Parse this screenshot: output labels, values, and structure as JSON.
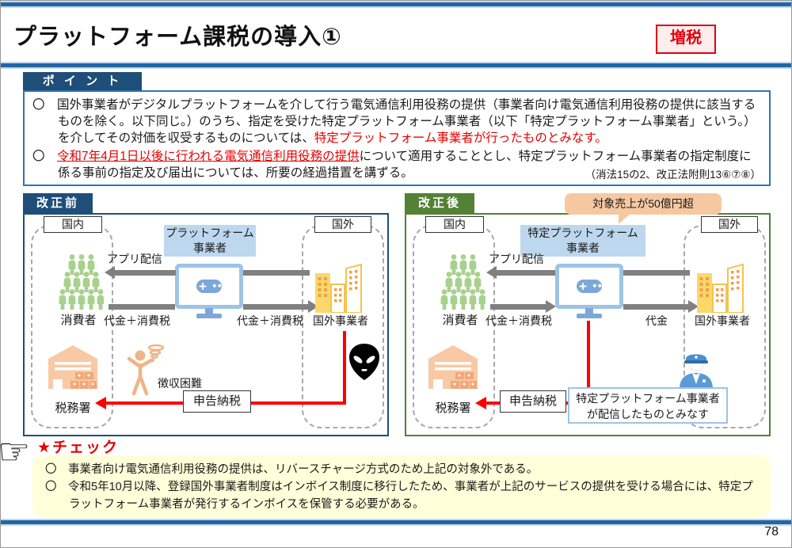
{
  "header": {
    "title": "プラットフォーム課税の導入①",
    "badge": "増税"
  },
  "points": {
    "label": "ポ イ ン ト",
    "bullet1_black": "〇　国外事業者がデジタルプラットフォームを介して行う電気通信利用役務の提供（事業者向け電気通信利用役務の提供に該当するものを除く。以下同じ。）のうち、指定を受けた特定プラットフォーム事業者（以下「特定プラットフォーム事業者」という。）を介してその対価を収受するものについては、",
    "bullet1_red": "特定プラットフォーム事業者が行ったものとみなす。",
    "bullet2_prefix": "〇　",
    "bullet2_red_underline": "令和7年4月1日以後に行われる電気通信利用役務の提供",
    "bullet2_black": "について適用することとし、特定プラットフォーム事業者の指定制度に係る事前の指定及び届出については、所要の経過措置を講ずる。",
    "law_note": "（消法15の2、改正法附則13⑥⑦⑧）"
  },
  "before": {
    "label": "改正前",
    "domestic": "国内",
    "foreign": "国外",
    "platform_line1": "プラットフォーム",
    "platform_line2": "事業者",
    "consumers": "消費者",
    "app_delivery": "アプリ配信",
    "payment_consumer": "代金＋消費税",
    "payment_foreign": "代金＋消費税",
    "foreign_business": "国外事業者",
    "tax_office": "税務署",
    "collection_difficulty": "徴収困難",
    "tax_filing": "申告納税"
  },
  "after": {
    "label": "改正後",
    "bubble": "対象売上が50億円超",
    "domestic": "国内",
    "foreign": "国外",
    "platform_line1": "特定プラットフォーム",
    "platform_line2": "事業者",
    "consumers": "消費者",
    "app_delivery": "アプリ配信",
    "payment_consumer": "代金＋消費税",
    "payment_foreign": "代金",
    "foreign_business": "国外事業者",
    "tax_office": "税務署",
    "tax_filing": "申告納税",
    "deemed_line1": "特定プラットフォーム事業者",
    "deemed_line2": "が配信したものとみなす"
  },
  "check": {
    "title": "★チェック",
    "items": [
      "〇　事業者向け電気通信利用役務の提供は、リバースチャージ方式のため上記の対象外である。",
      "〇　令和5年10月以降、登録国外事業者制度はインボイス制度に移行したため、事業者が上記のサービスの提供を受ける場合には、特定プラットフォーム事業者が発行するインボイスを保管する必要がある。"
    ]
  },
  "footer": {
    "page_number": "78"
  },
  "colors": {
    "navy": "#1f4e79",
    "green": "#538135",
    "accent_red": "#e60000",
    "light_blue_box": "#bdd7ee",
    "peach": "#f6c8a2",
    "yellow_note": "#ffffd9"
  }
}
